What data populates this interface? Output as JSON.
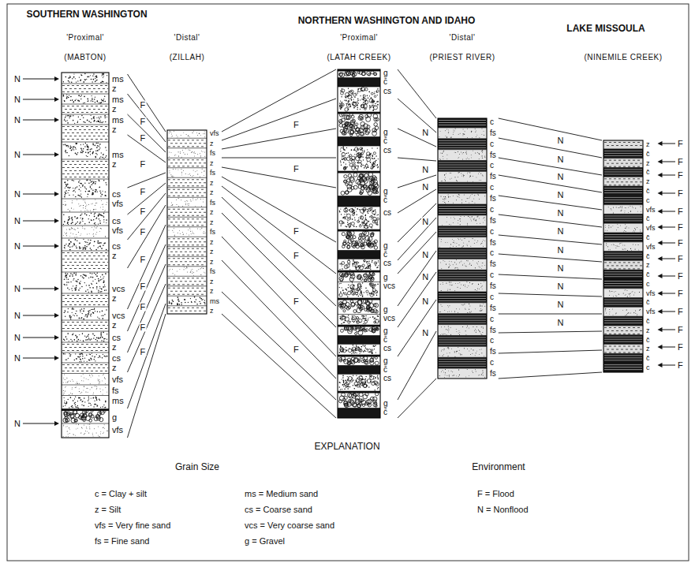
{
  "diagram": {
    "nodes": [
      {
        "text": [
          "'Proximal'",
          "(MABTON)"
        ]
      },
      {
        "text": [
          "'Distal'",
          "(ZILLAH)"
        ]
      },
      {
        "text": [
          "'Proximal'",
          "(LATAH CREEK)"
        ]
      },
      {
        "text": [
          "'Distal'",
          "(PRIEST RIVER)"
        ]
      },
      {
        "text": [
          "(NINEMILE CREEK)"
        ]
      }
    ],
    "edges": [
      {
        "from": 0,
        "to": 1,
        "arrow": "none"
      },
      {
        "from": 0,
        "to": 1,
        "arrow": "none"
      },
      {
        "from": 0,
        "to": 1,
        "arrow": "none"
      },
      {
        "from": 0,
        "to": 1,
        "arrow": "none"
      },
      {
        "from": 0,
        "to": 1,
        "arrow": "none"
      },
      {
        "from": 0,
        "to": 1,
        "arrow": "none"
      },
      {
        "from": 0,
        "to": 1,
        "arrow": "none"
      },
      {
        "from": 0,
        "to": 1,
        "arrow": "none"
      },
      {
        "from": 0,
        "to": 1,
        "arrow": "none"
      },
      {
        "from": 0,
        "to": 1,
        "arrow": "none"
      },
      {
        "from": 0,
        "to": 1,
        "arrow": "none"
      },
      {
        "from": 0,
        "to": 1,
        "arrow": "none"
      },
      {
        "from": 0,
        "to": 1,
        "arrow": "none"
      },
      {
        "from": 0,
        "to": 1,
        "arrow": "none"
      },
      {
        "from": 1,
        "to": 2,
        "arrow": "none"
      },
      {
        "from": 1,
        "to": 2,
        "arrow": "none"
      },
      {
        "from": 1,
        "to": 2,
        "arrow": "none"
      },
      {
        "from": 1,
        "to": 2,
        "arrow": "none"
      },
      {
        "from": 1,
        "to": 2,
        "arrow": "none"
      },
      {
        "from": 1,
        "to": 2,
        "arrow": "none"
      },
      {
        "from": 1,
        "to": 2,
        "arrow": "none"
      },
      {
        "from": 1,
        "to": 2,
        "arrow": "none"
      },
      {
        "from": 1,
        "to": 2,
        "arrow": "none"
      },
      {
        "from": 1,
        "to": 2,
        "arrow": "none"
      },
      {
        "from": 1,
        "to": 2,
        "arrow": "none"
      },
      {
        "from": 1,
        "to": 2,
        "arrow": "none"
      },
      {
        "from": 1,
        "to": 2,
        "arrow": "none"
      },
      {
        "from": 2,
        "to": 3,
        "arrow": "none"
      },
      {
        "from": 2,
        "to": 3,
        "arrow": "none"
      },
      {
        "from": 2,
        "to": 3,
        "arrow": "none"
      },
      {
        "from": 2,
        "to": 3,
        "arrow": "none"
      },
      {
        "from": 2,
        "to": 3,
        "arrow": "none"
      },
      {
        "from": 2,
        "to": 3,
        "arrow": "none"
      },
      {
        "from": 2,
        "to": 3,
        "arrow": "none"
      },
      {
        "from": 2,
        "to": 3,
        "arrow": "none"
      },
      {
        "from": 2,
        "to": 3,
        "arrow": "none"
      },
      {
        "from": 2,
        "to": 3,
        "arrow": "none"
      },
      {
        "from": 2,
        "to": 3,
        "arrow": "none"
      },
      {
        "from": 2,
        "to": 3,
        "arrow": "none"
      },
      {
        "from": 2,
        "to": 3,
        "arrow": "none"
      },
      {
        "from": 2,
        "to": 3,
        "arrow": "none"
      },
      {
        "from": 3,
        "to": 4,
        "arrow": "none"
      },
      {
        "from": 3,
        "to": 4,
        "arrow": "none"
      },
      {
        "from": 3,
        "to": 4,
        "arrow": "none"
      },
      {
        "from": 3,
        "to": 4,
        "arrow": "none"
      },
      {
        "from": 3,
        "to": 4,
        "arrow": "none"
      },
      {
        "from": 3,
        "to": 4,
        "arrow": "none"
      },
      {
        "from": 3,
        "to": 4,
        "arrow": "none"
      },
      {
        "from": 3,
        "to": 4,
        "arrow": "none"
      },
      {
        "from": 3,
        "to": 4,
        "arrow": "none"
      },
      {
        "from": 3,
        "to": 4,
        "arrow": "none"
      },
      {
        "from": 3,
        "to": 4,
        "arrow": "none"
      },
      {
        "from": 3,
        "to": 4,
        "arrow": "none"
      },
      {
        "from": 3,
        "to": 4,
        "arrow": "none"
      },
      {
        "from": 3,
        "to": 4,
        "arrow": "none"
      }
    ],
    "labels": [
      "SOUTHERN WASHINGTON",
      "NORTHERN WASHINGTON AND IDAHO",
      "LAKE MISSOULA",
      "ms",
      "z",
      "ms",
      "z",
      "ms",
      "z",
      "ms",
      "z",
      "cs",
      "vfs",
      "cs",
      "vfs",
      "cs",
      "z",
      "vcs",
      "z",
      "vcs",
      "z",
      "cs",
      "z",
      "cs",
      "z",
      "vfs",
      "fs",
      "ms",
      "g",
      "vfs",
      "N",
      "N",
      "N",
      "N",
      "N",
      "N",
      "N",
      "N",
      "N",
      "N",
      "N",
      "N",
      "F",
      "F",
      "F",
      "F",
      "F",
      "F",
      "F",
      "F",
      "F",
      "F",
      "F",
      "F",
      "vfs",
      "z",
      "fs",
      "z",
      "fs",
      "z",
      "z",
      "fs",
      "z",
      "z",
      "fs",
      "z",
      "z",
      "z",
      "fs",
      "z",
      "z",
      "ms",
      "z",
      "F",
      "F",
      "F",
      "F",
      "F",
      "F",
      "g",
      "c̄",
      "cs",
      "g",
      "c̄",
      "cs",
      "g",
      "c̄",
      "cs",
      "g",
      "c̄",
      "cs",
      "g",
      "vcs",
      "g",
      "vcs",
      "g",
      "c̄",
      "cs",
      "g",
      "c̄",
      "cs",
      "g",
      "c̄",
      "N",
      "N",
      "N",
      "N",
      "N",
      "N",
      "N",
      "N",
      "c",
      "fs",
      "c",
      "fs",
      "c",
      "fs",
      "c",
      "fs",
      "c",
      "fs",
      "c",
      "fs",
      "c",
      "fs",
      "c",
      "fs",
      "c",
      "fs",
      "c",
      "fs",
      "c",
      "fs",
      "c",
      "fs",
      "N",
      "N",
      "N",
      "N",
      "N",
      "N",
      "N",
      "N",
      "N",
      "N",
      "N",
      "z",
      "c̄",
      "z",
      "c̄",
      "z",
      "c̄",
      "c",
      "vfs",
      "c̄",
      "vfs",
      "c̄",
      "vfs",
      "c̄",
      "z",
      "c̄",
      "c",
      "vfs",
      "c̄",
      "vfs",
      "c̄",
      "z",
      "c̄",
      "z",
      "c̄",
      "c",
      "F",
      "F",
      "F",
      "F",
      "F",
      "F",
      "F",
      "F",
      "F",
      "F",
      "F",
      "F",
      "F",
      "F",
      "EXPLANATION",
      "Grain Size",
      "Environment"
    ],
    "legend": [
      {
        "text": "c = Clay + silt"
      },
      {
        "text": "z = Silt"
      },
      {
        "text": "vfs = Very fine sand"
      },
      {
        "text": "fs = Fine sand"
      },
      {
        "text": "ms = Medium sand"
      },
      {
        "text": "cs = Coarse sand"
      },
      {
        "text": "vcs = Very coarse sand"
      },
      {
        "text": "g = Gravel"
      },
      {
        "text": "F = Flood"
      },
      {
        "text": "N = Nonflood"
      }
    ]
  }
}
